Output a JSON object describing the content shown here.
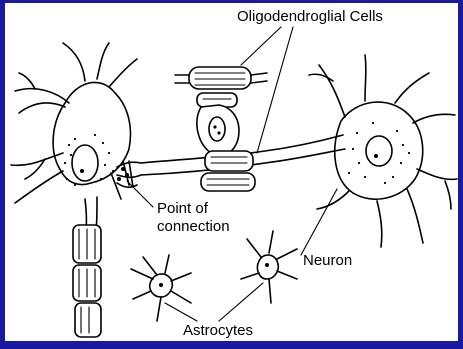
{
  "diagram": {
    "labels": {
      "oligodendroglial": "Oligodendroglial Cells",
      "point_of_connection_line1": "Point of",
      "point_of_connection_line2": "connection",
      "neuron": "Neuron",
      "astrocytes": "Astrocytes"
    },
    "colors": {
      "frame": "#1a1aa0",
      "background": "#ffffff",
      "ink": "#000000"
    }
  }
}
